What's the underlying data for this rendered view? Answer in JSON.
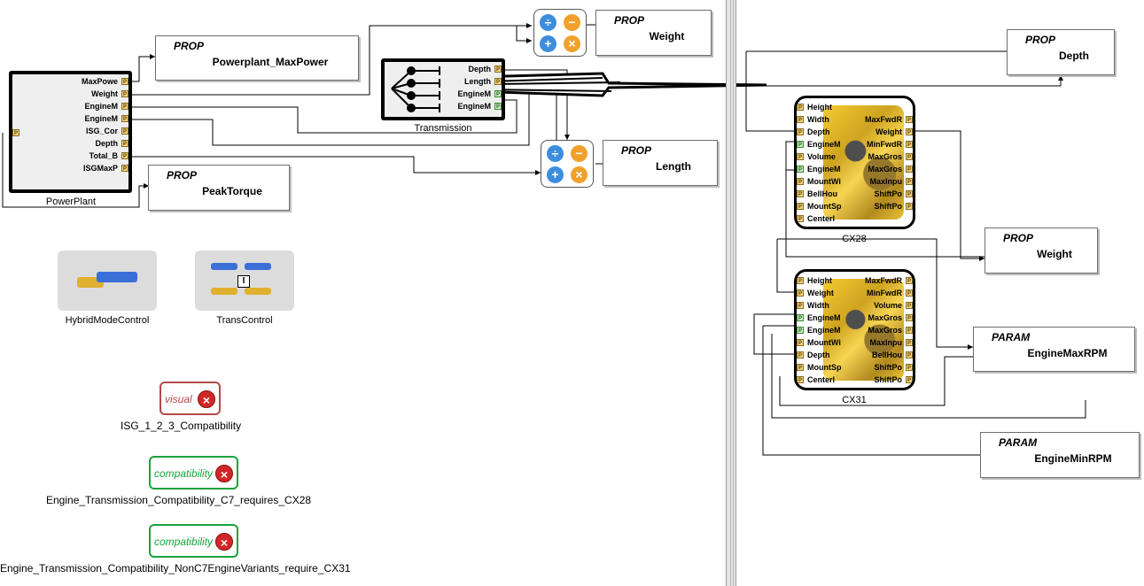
{
  "left_canvas": {
    "powerplant": {
      "caption": "PowerPlant",
      "ports": [
        "MaxPowe",
        "Weight",
        "EngineM",
        "EngineM",
        "ISG_Cor",
        "Depth",
        "Total_B",
        "ISGMaxP"
      ],
      "input_port": "P"
    },
    "props": {
      "maxpower": {
        "kind": "PROP",
        "name": "Powerplant_MaxPower"
      },
      "weight": {
        "kind": "PROP",
        "name": "Weight"
      },
      "length": {
        "kind": "PROP",
        "name": "Length"
      },
      "peaktorque": {
        "kind": "PROP",
        "name": "PeakTorque"
      }
    },
    "transmission": {
      "caption": "Transmission",
      "ports": [
        "Depth",
        "Length",
        "EngineM",
        "EngineM"
      ]
    },
    "operators": {
      "divide": "÷",
      "minus": "−",
      "plus": "+",
      "times": "×"
    },
    "tiles": [
      {
        "caption": "HybridModeControl"
      },
      {
        "caption": "TransControl"
      }
    ],
    "rules": [
      {
        "tag": "visual",
        "caption": "ISG_1_2_3_Compatibility",
        "color": "#b24a4a"
      },
      {
        "tag": "compatibility",
        "caption": "Engine_Transmission_Compatibility_C7_requires_CX28",
        "color": "#1aa33c"
      },
      {
        "tag": "compatibility",
        "caption": "Engine_Transmission_Compatibility_NonC7EngineVariants_require_CX31",
        "color": "#1aa33c"
      }
    ],
    "port_marker": "P"
  },
  "right_canvas": {
    "props": {
      "depth": {
        "kind": "PROP",
        "name": "Depth"
      },
      "weight": {
        "kind": "PROP",
        "name": "Weight"
      },
      "maxrpm": {
        "kind": "PARAM",
        "name": "EngineMaxRPM"
      },
      "minrpm": {
        "kind": "PARAM",
        "name": "EngineMinRPM"
      }
    },
    "cx28": {
      "caption": "CX28",
      "left_ports": [
        "Height",
        "Width",
        "Depth",
        "EngineM",
        "Volume",
        "EngineM",
        "MountWi",
        "BellHou",
        "MountSp",
        "Centerl"
      ],
      "right_ports": [
        "MaxFwdR",
        "Weight",
        "MinFwdR",
        "MaxGros",
        "MaxGros",
        "MaxInpu",
        "ShiftPo",
        "ShiftPo"
      ]
    },
    "cx31": {
      "caption": "CX31",
      "left_ports": [
        "Height",
        "Weight",
        "Width",
        "EngineM",
        "EngineM",
        "MountWi",
        "Depth",
        "MountSp",
        "Centerl"
      ],
      "right_ports": [
        "MaxFwdR",
        "MinFwdR",
        "Volume",
        "MaxGros",
        "MaxGros",
        "MaxInpu",
        "BellHou",
        "ShiftPo",
        "ShiftPo"
      ]
    }
  },
  "colors": {
    "wire": "#000000",
    "reject": "#d32727",
    "visual_border": "#b24a4a",
    "compat_border": "#1aa33c"
  }
}
